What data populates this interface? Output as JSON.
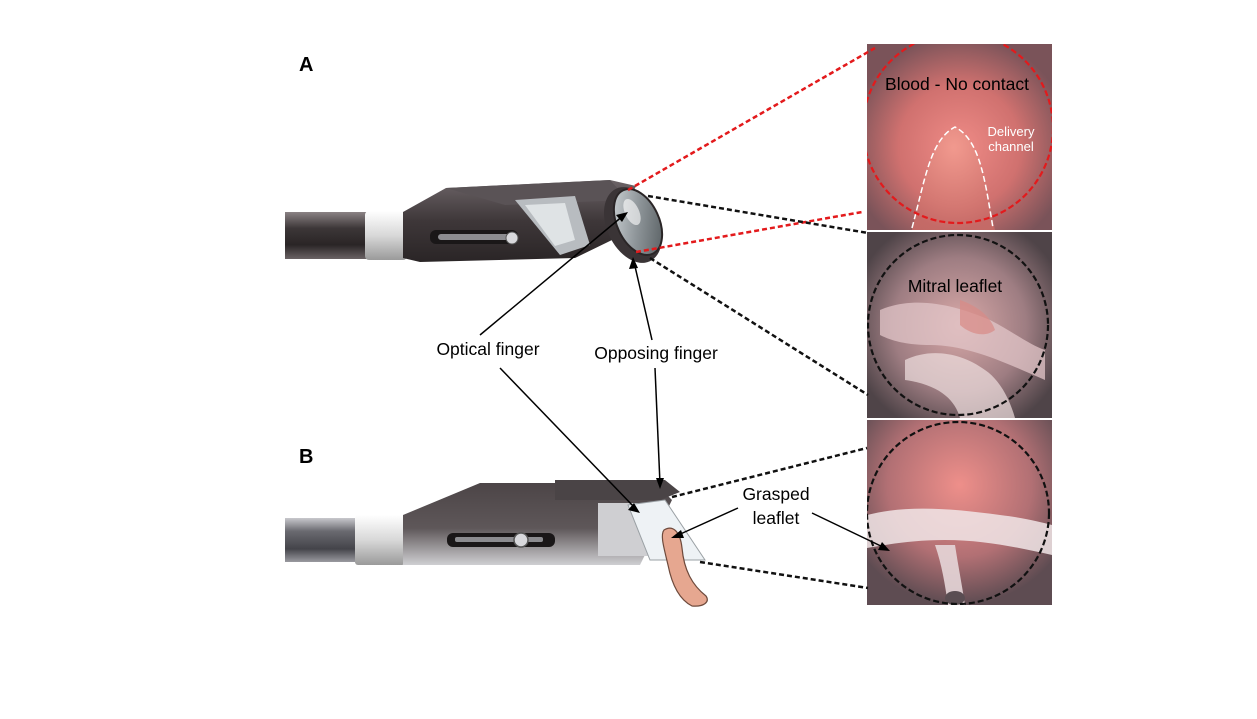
{
  "panels": [
    {
      "id": "A",
      "label": "A"
    },
    {
      "id": "B",
      "label": "B"
    }
  ],
  "callouts": {
    "optical_finger": "Optical finger",
    "opposing_finger": "Opposing finger",
    "grasped_leaflet_line1": "Grasped",
    "grasped_leaflet_line2": "leaflet"
  },
  "views": {
    "blood": {
      "caption": "Blood - No contact",
      "channel_line1": "Delivery",
      "channel_line2": "channel"
    },
    "mitral": {
      "caption": "Mitral leaflet"
    },
    "grasped": {
      "caption": ""
    }
  },
  "colors": {
    "red_outline": "#e31a1c",
    "black_outline": "#111111",
    "tissue": "#e6a790",
    "device_dark": "#4a4446",
    "device_light": "#e6e6e6"
  }
}
